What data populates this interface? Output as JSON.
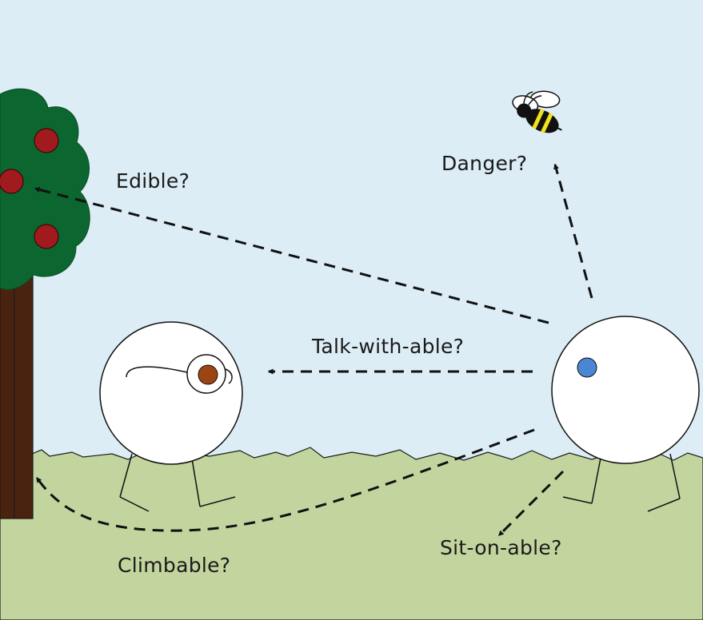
{
  "labels": {
    "edible": "Edible?",
    "danger": "Danger?",
    "talk": "Talk-with-able?",
    "sit": "Sit-on-able?",
    "climb": "Climbable?"
  },
  "colors": {
    "sky": "#dcedf5",
    "grass": "#c3d59e",
    "foliage": "#0c6630",
    "trunk": "#4a2310",
    "apple": "#a01a1e",
    "brown_eye": "#9b4612",
    "blue_eye": "#4a86d4",
    "bee_yellow": "#f2e21c"
  },
  "icons": [
    "tree-icon",
    "apple-icon",
    "bee-icon",
    "creature-icon",
    "arrow-icon"
  ]
}
